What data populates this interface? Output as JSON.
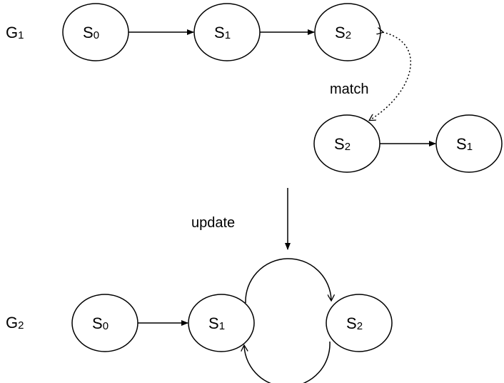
{
  "graph_labels": {
    "g1": {
      "letter": "G",
      "sub": "1"
    },
    "g2": {
      "letter": "G",
      "sub": "2"
    }
  },
  "nodes": {
    "g1_s0": {
      "letter": "S",
      "sub": "0"
    },
    "g1_s1": {
      "letter": "S",
      "sub": "1"
    },
    "g1_s2": {
      "letter": "S",
      "sub": "2"
    },
    "pat_s2": {
      "letter": "S",
      "sub": "2"
    },
    "pat_s1": {
      "letter": "S",
      "sub": "1"
    },
    "g2_s0": {
      "letter": "S",
      "sub": "0"
    },
    "g2_s1": {
      "letter": "S",
      "sub": "1"
    },
    "g2_s2": {
      "letter": "S",
      "sub": "2"
    }
  },
  "operations": {
    "match": "match",
    "update": "update"
  },
  "colors": {
    "stroke": "#000000",
    "fill": "#ffffff"
  }
}
